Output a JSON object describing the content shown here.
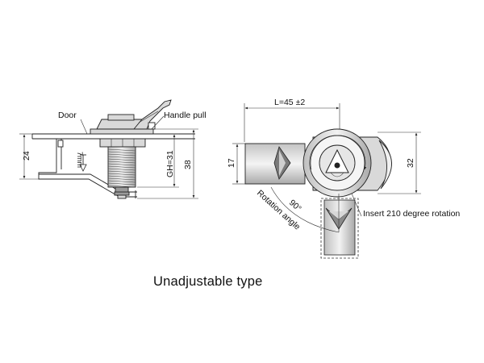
{
  "labels": {
    "door": "Door",
    "handle_pull": "Handle pull",
    "dim_24": "24",
    "dim_7mm": "7mm",
    "dim_gh": "GH=31",
    "dim_38": "38",
    "dim_L": "L=45 ±2",
    "dim_17": "17",
    "dim_32": "32",
    "angle_90": "90°",
    "rotation_angle": "Rotation angle",
    "insert_rotation": "Insert 210 degree rotation"
  },
  "caption": "Unadjustable type",
  "colors": {
    "line": "#222222",
    "metal": "#d9d9d9",
    "background": "#ffffff"
  }
}
